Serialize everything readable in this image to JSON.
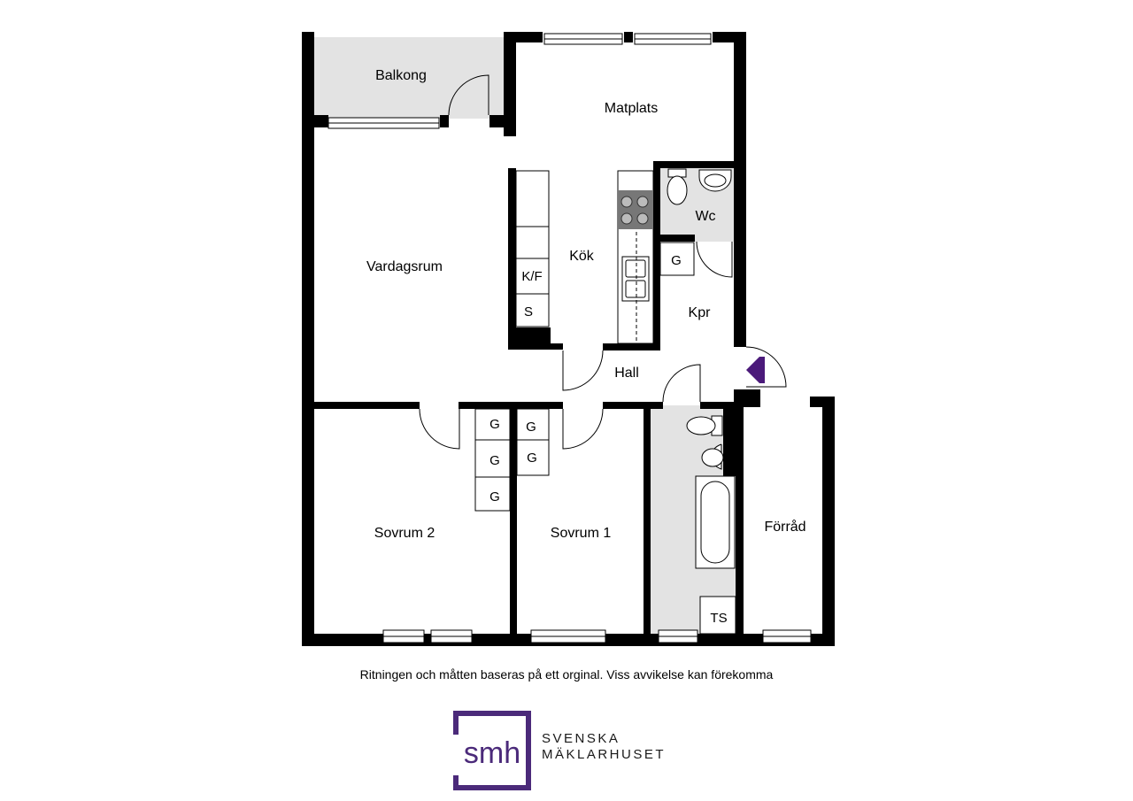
{
  "rooms": {
    "balkong": "Balkong",
    "matplats": "Matplats",
    "vardagsrum": "Vardagsrum",
    "kok": "Kök",
    "wc": "Wc",
    "kpr": "Kpr",
    "hall": "Hall",
    "sovrum2": "Sovrum 2",
    "sovrum1": "Sovrum 1",
    "forrad": "Förråd"
  },
  "fixtures": {
    "kf": "K/F",
    "s": "S",
    "g": "G",
    "ts": "TS"
  },
  "disclaimer": "Ritningen och måtten baseras på ett orginal. Viss avvikelse kan förekomma",
  "brand": {
    "logo_text": "smh",
    "line1": "SVENSKA",
    "line2": "MÄKLARHUSET",
    "color": "#4b2a7a"
  },
  "colors": {
    "wall": "#000000",
    "wet_area": "#e3e3e3",
    "entrance_arrow": "#4b1a7a"
  }
}
